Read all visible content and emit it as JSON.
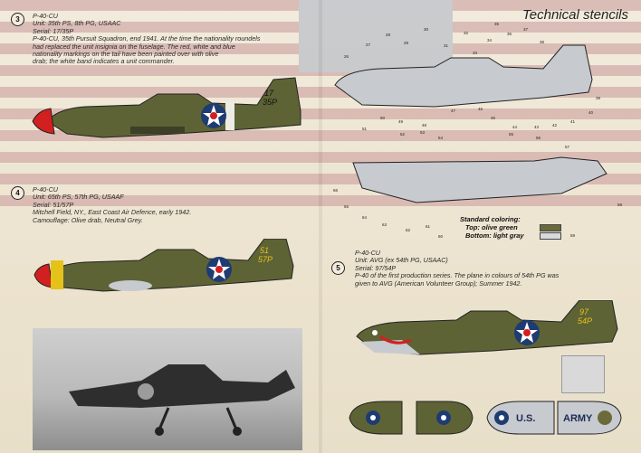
{
  "header": {
    "title": "Technical stencils"
  },
  "profiles": [
    {
      "number": "3",
      "lines": [
        "P-40-CU",
        "Unit: 35th PS, 8th PG, USAAC",
        "Serial: 17/35P",
        "P-40-CU, 35th Pursuit Squadron, end 1941. At the time the nationality roundels",
        "had replaced the unit insignia on the fuselage. The red, white and blue",
        "nationality markings on the tail have been painted over with olive",
        "drab; the white band indicates a unit commander."
      ],
      "tail_code": [
        "17",
        "35P"
      ]
    },
    {
      "number": "4",
      "lines": [
        "P-40-CU",
        "Unit: 65th PS, 57th PG, USAAF",
        "Serial: 51/57P",
        "Mitchell Field, NY., East Coast Air Defence, early 1942.",
        "Camouflage: Olive drab, Neutral Grey."
      ],
      "tail_code": [
        "51",
        "57P"
      ]
    },
    {
      "number": "5",
      "lines": [
        "P-40-CU",
        "Unit: AVG (ex 54th PG, USAAC)",
        "Serial: 97/54P",
        "P-40 of the first production series. The plane in colours of 54th PG was",
        "given to AVG (American Volunteer Group); Summer 1942."
      ],
      "tail_code": [
        "97",
        "54P"
      ]
    }
  ],
  "legend": {
    "heading": "Standard coloring:",
    "top": "Top: olive green",
    "bottom": "Bottom: light gray",
    "colors": {
      "top": "#6b6a3a",
      "bottom": "#d7d9dc"
    }
  },
  "wing_text": [
    "U.S.",
    "ARMY"
  ],
  "callouts_top": [
    "26",
    "27",
    "28",
    "29",
    "30",
    "31",
    "32",
    "33",
    "34",
    "35",
    "36",
    "37",
    "38",
    "39",
    "40",
    "41",
    "42",
    "43",
    "44",
    "45",
    "46",
    "47",
    "48",
    "49",
    "50",
    "51",
    "52",
    "53"
  ],
  "callouts_bottom": [
    "54",
    "55",
    "56",
    "57",
    "58",
    "59",
    "60",
    "61",
    "62",
    "63",
    "64",
    "65",
    "66"
  ],
  "colors": {
    "olive": "#5e6335",
    "gray": "#c7cacf",
    "red": "#d21f1f",
    "yellow": "#e4c21a",
    "roundel_blue": "#1e3b72"
  }
}
